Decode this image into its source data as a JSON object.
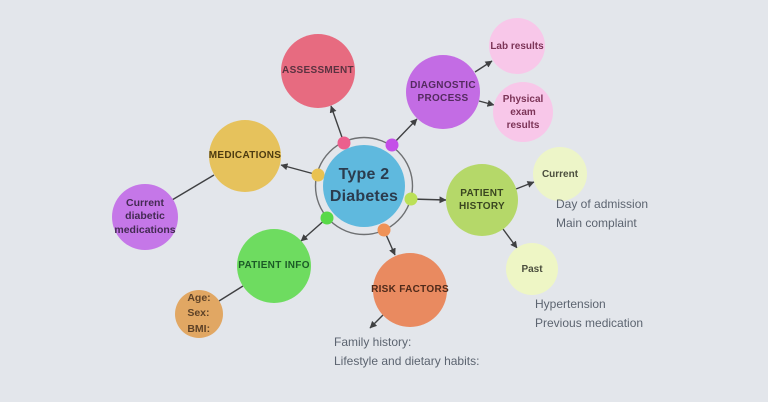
{
  "canvas": {
    "background": "#e3e6eb"
  },
  "colors": {
    "line": "#3f4042",
    "ring": "#6e7072",
    "annotation_text": "#5c6470",
    "dots": {
      "assessment": "#ec5f8d",
      "diagnostic": "#c44fe8",
      "medications": "#e9c251",
      "history": "#bbe058",
      "info": "#58d948",
      "risk": "#ef9257"
    }
  },
  "center": {
    "label": "Type 2 Diabetes",
    "fill": "#5fb9de",
    "text_color": "#2b3c4e"
  },
  "nodes": {
    "assessment": {
      "label": "ASSESSMENT",
      "fill": "#e76b80",
      "text_color": "#5a3240"
    },
    "diagnostic": {
      "label": "DIAGNOSTIC PROCESS",
      "fill": "#c36ce4",
      "text_color": "#542a60"
    },
    "medications": {
      "label": "MEDICATIONS",
      "fill": "#e6c25c",
      "text_color": "#4d3b10"
    },
    "history": {
      "label": "PATIENT HISTORY",
      "fill": "#b5d869",
      "text_color": "#3a4620"
    },
    "info": {
      "label": "PATIENT INFO",
      "fill": "#6edc60",
      "text_color": "#1c5b27"
    },
    "risk": {
      "label": "RISK FACTORS",
      "fill": "#e98a60",
      "text_color": "#4f2a1a"
    },
    "lab_results": {
      "label": "Lab results",
      "fill": "#f8c7e9",
      "text_color": "#7c3457"
    },
    "physical_exam": {
      "label": "Physical exam results",
      "fill": "#f8c7e9",
      "text_color": "#7c3457"
    },
    "history_current": {
      "label": "Current",
      "fill": "#edf5c8",
      "text_color": "#4b4e3e"
    },
    "history_past": {
      "label": "Past",
      "fill": "#eef6c5",
      "text_color": "#4b4e3e"
    },
    "current_medications": {
      "label": "Current diabetic medications",
      "fill": "#c577e8",
      "text_color": "#432a52"
    },
    "patient_details": {
      "lines": [
        "Age:",
        "Sex:",
        "BMI:"
      ],
      "fill": "#e1a763",
      "text_color": "#5e4227"
    }
  },
  "annotations": {
    "history_current_note": [
      "Day of admission",
      "Main complaint"
    ],
    "history_past_note": [
      "Hypertension",
      "Previous medication"
    ],
    "risk_note": [
      "Family history:",
      "Lifestyle and dietary habits:"
    ]
  }
}
